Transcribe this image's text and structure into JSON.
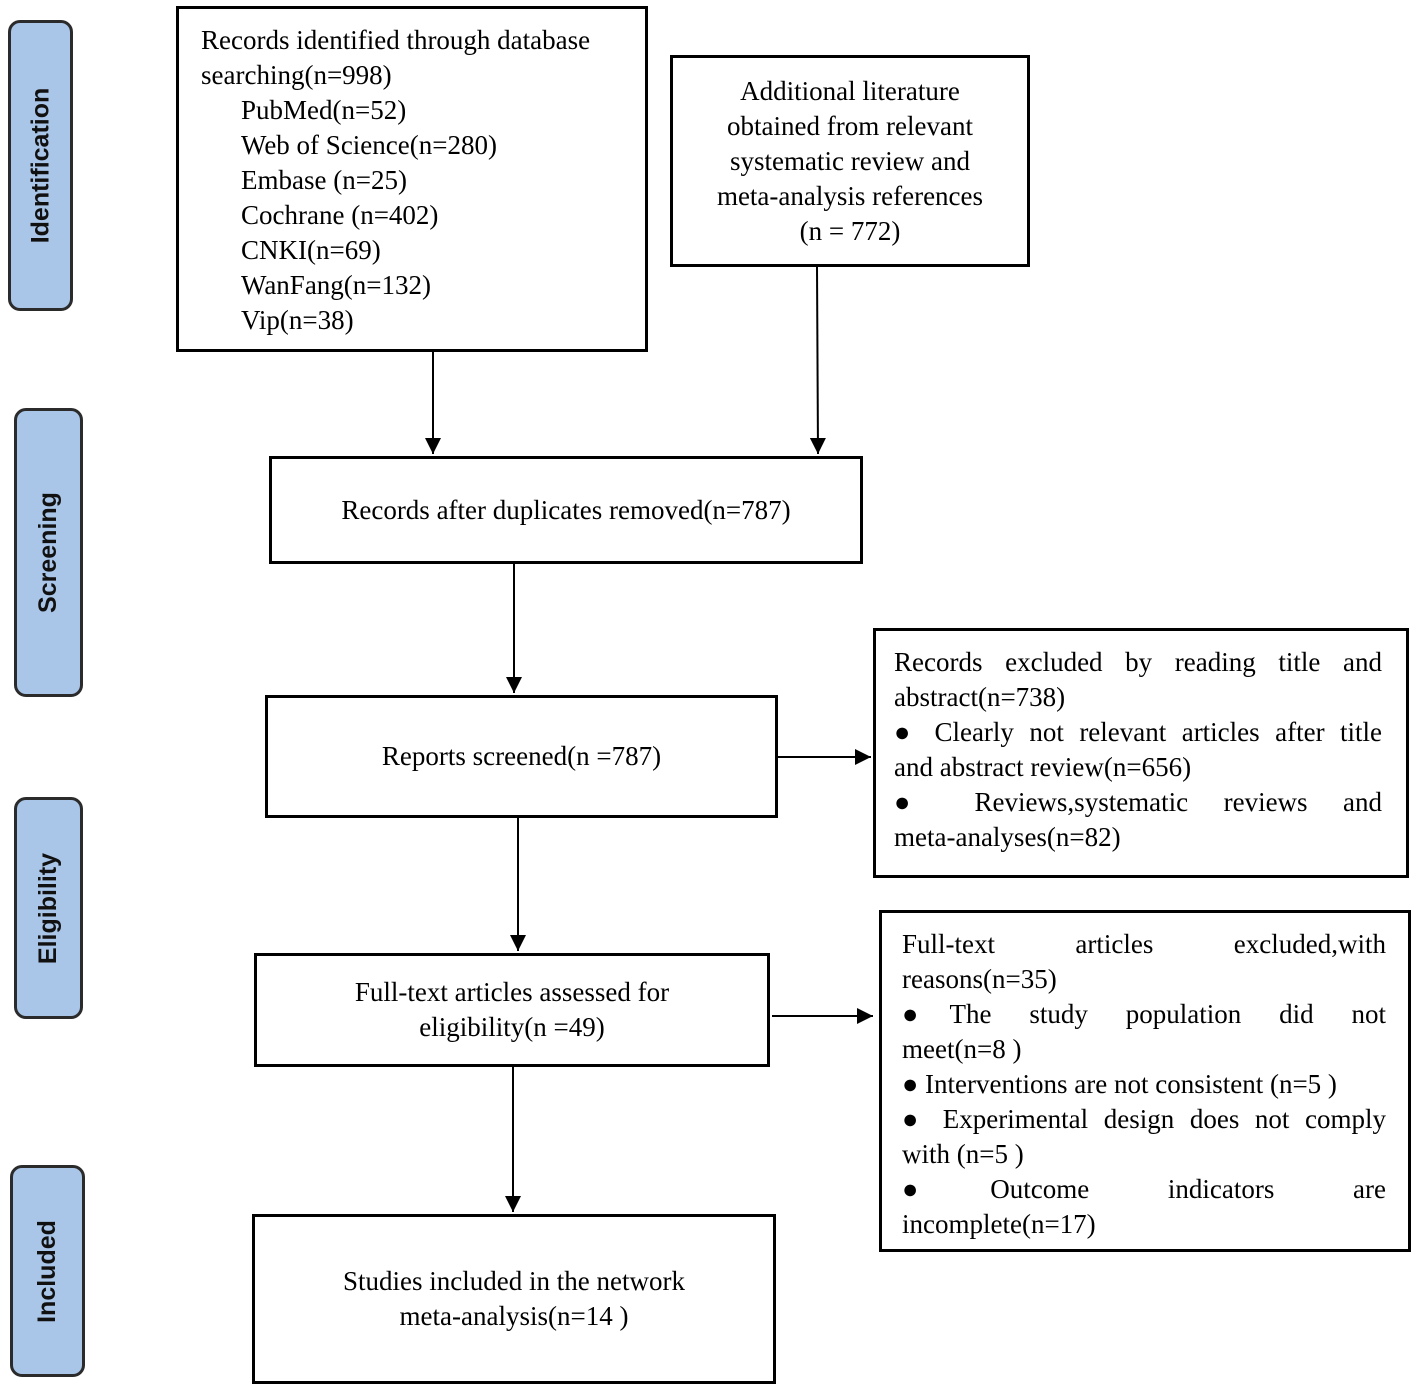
{
  "phases": {
    "identification": "Identification",
    "screening": "Screening",
    "eligibility": "Eligibility",
    "included": "Included"
  },
  "identification": {
    "database_lines": [
      "Records identified through database",
      "searching(n=998)",
      "PubMed(n=52)",
      "Web of Science(n=280)",
      "Embase (n=25)",
      "Cochrane (n=402)",
      "CNKI(n=69)",
      "WanFang(n=132)",
      "Vip(n=38)"
    ],
    "additional_lines": [
      "Additional literature",
      "obtained from relevant",
      "systematic review and",
      "meta-analysis references",
      "(n = 772)"
    ]
  },
  "screening": {
    "duplicates_removed": "Records after duplicates removed(n=787)",
    "reports_screened": "Reports screened(n =787)",
    "excluded_lines": [
      "Records excluded by reading title and",
      "abstract(n=738)",
      "●    Clearly not relevant articles after title",
      "and abstract review(n=656)",
      "●    Reviews,systematic reviews and",
      "meta-analyses(n=82)"
    ]
  },
  "eligibility": {
    "assessed_lines": [
      "Full-text articles assessed for",
      "eligibility(n =49)"
    ],
    "excluded_lines": [
      "Full-text articles excluded,with",
      "reasons(n=35)",
      "●The study population did not",
      "meet(n=8 )",
      "● Interventions are not consistent (n=5 )",
      "● Experimental design does not comply",
      "with (n=5 )",
      "●Outcome indicators are",
      "incomplete(n=17)"
    ]
  },
  "included": {
    "lines": [
      "Studies included in the network",
      "meta-analysis(n=14 )"
    ]
  }
}
